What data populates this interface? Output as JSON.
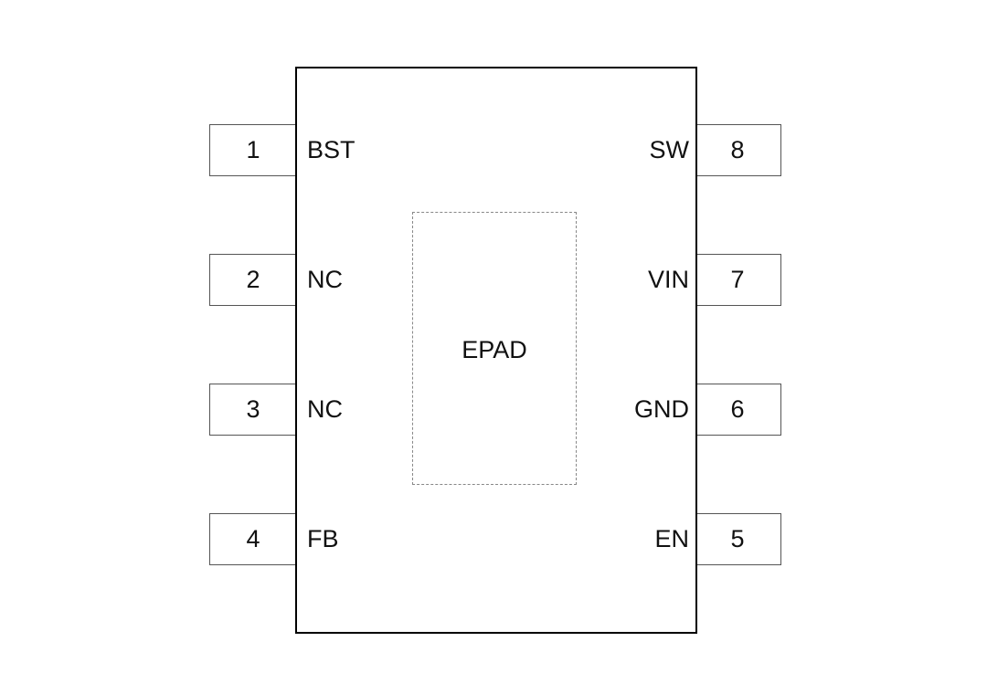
{
  "diagram": {
    "title": "",
    "body_color": "#000000",
    "epad": {
      "label": "EPAD"
    },
    "left_pins": [
      {
        "number": "1",
        "name": "BST"
      },
      {
        "number": "2",
        "name": "NC"
      },
      {
        "number": "3",
        "name": "NC"
      },
      {
        "number": "4",
        "name": "FB"
      }
    ],
    "right_pins": [
      {
        "number": "8",
        "name": "SW"
      },
      {
        "number": "7",
        "name": "VIN"
      },
      {
        "number": "6",
        "name": "GND"
      },
      {
        "number": "5",
        "name": "EN"
      }
    ]
  }
}
